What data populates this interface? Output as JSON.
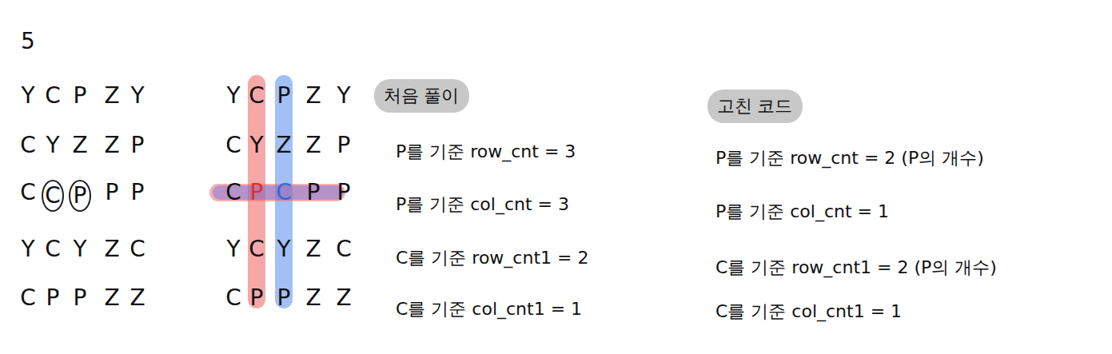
{
  "diagram": {
    "nodes": [
      {
        "text": [
          "C"
        ]
      },
      {
        "text": [
          "P"
        ]
      },
      {
        "text": [
          "처음 풀이"
        ]
      },
      {
        "text": [
          "고친 코드"
        ]
      }
    ],
    "labels": [
      "5",
      "Y",
      "C",
      "P",
      "Z",
      "Y",
      "C",
      "Y",
      "Z",
      "Z",
      "P",
      "C",
      "P",
      "P",
      "Y",
      "C",
      "Y",
      "Z",
      "C",
      "C",
      "P",
      "P",
      "Z",
      "Z",
      "Y",
      "C",
      "P",
      "Z",
      "Y",
      "C",
      "Y",
      "Z",
      "Z",
      "P",
      "C",
      "P",
      "C",
      "P",
      "P",
      "Y",
      "C",
      "Y",
      "Z",
      "C",
      "C",
      "P",
      "P",
      "Z",
      "Z",
      "P를 기준 row_cnt = 3",
      "P를 기준 col_cnt = 3",
      "C를 기준 row_cnt1 = 2",
      "C를 기준 col_cnt1 = 1",
      "P를 기준 row_cnt = 2 (P의 개수)",
      "P를 기준 col_cnt = 1",
      "C를 기준 row_cnt1 = 2 (P의 개수)",
      "C를 기준 col_cnt1 = 1"
    ]
  }
}
